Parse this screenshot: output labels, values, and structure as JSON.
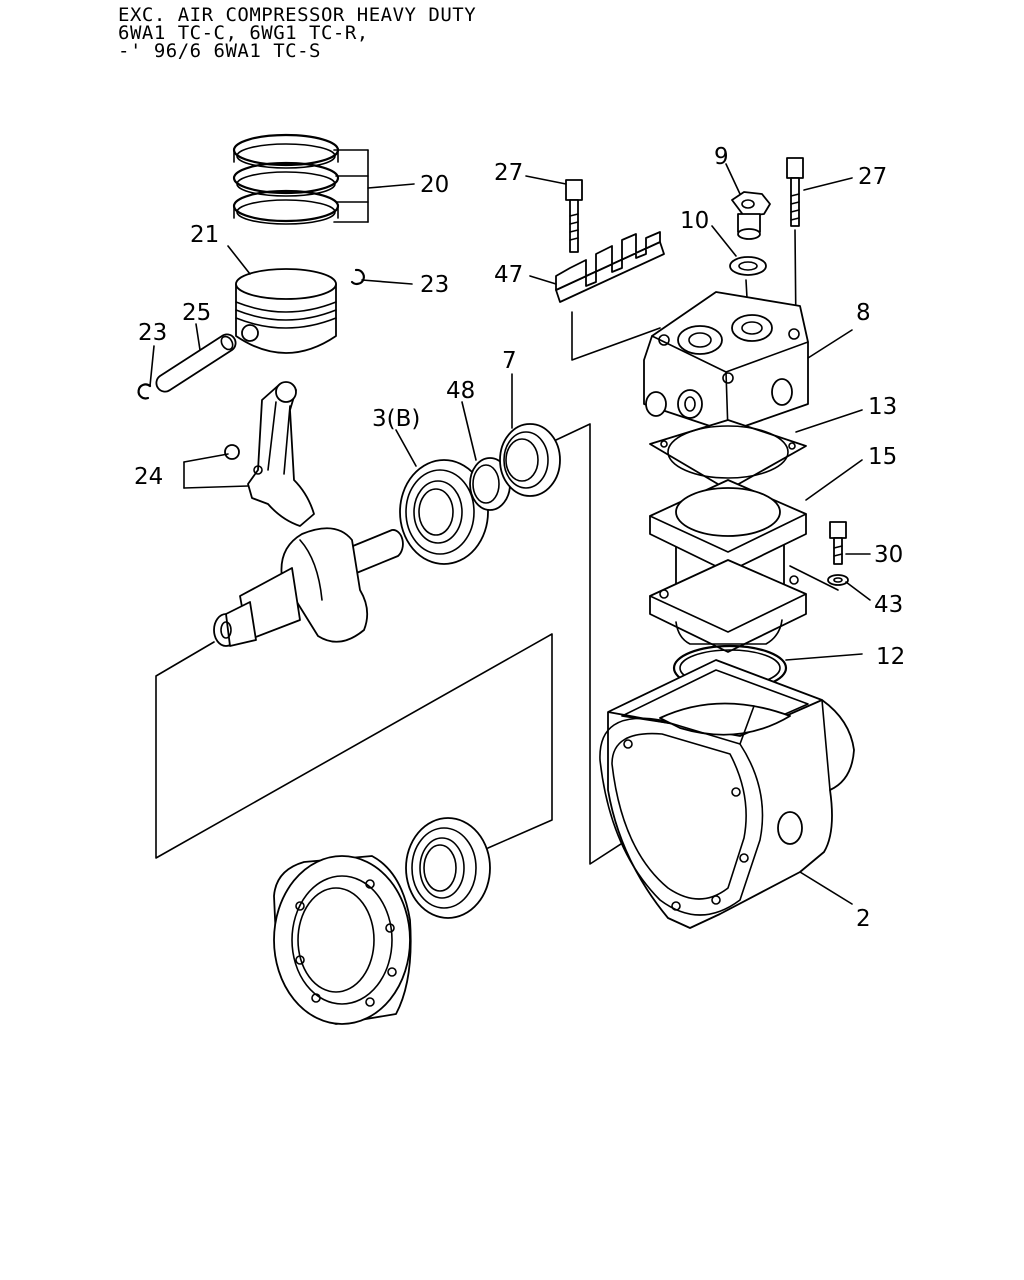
{
  "title_lines": [
    "EXC. AIR COMPRESSOR HEAVY DUTY",
    "6WA1 TC-C, 6WG1 TC-R,",
    "-' 96/6 6WA1 TC-S"
  ],
  "callouts": {
    "c20": "20",
    "c21": "21",
    "c23a": "23",
    "c23b": "23",
    "c25": "25",
    "c24": "24",
    "c3b": "3(B)",
    "c48": "48",
    "c7": "7",
    "c27a": "27",
    "c47": "47",
    "c9": "9",
    "c10": "10",
    "c27b": "27",
    "c8": "8",
    "c13": "13",
    "c15": "15",
    "c30": "30",
    "c43": "43",
    "c12": "12",
    "c2": "2"
  }
}
